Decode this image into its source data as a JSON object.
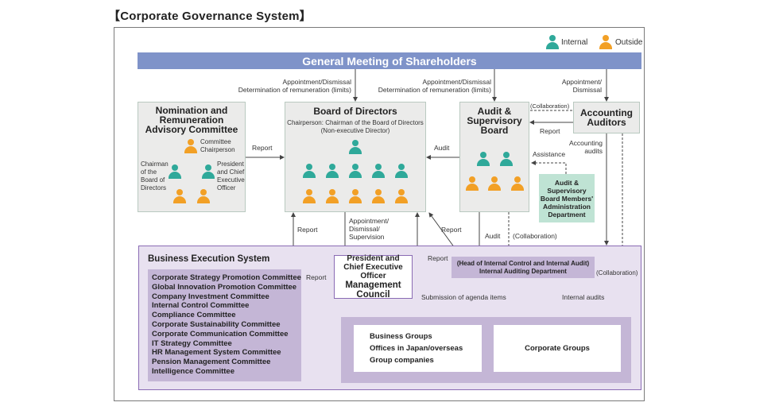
{
  "heading": "【Corporate Governance System】",
  "legend": {
    "internal": "Internal",
    "outside": "Outside",
    "internal_color": "#2fa99a",
    "outside_color": "#f2a026"
  },
  "gms": "General Meeting of Shareholders",
  "nomination": {
    "title_lines": [
      "Nomination and",
      "Remuneration",
      "Advisory Committee"
    ],
    "chairperson_lines": [
      "Committee",
      "Chairperson"
    ],
    "chairman_lines": [
      "Chairman",
      "of the",
      "Board of",
      "Directors"
    ],
    "president_lines": [
      "President",
      "and Chief",
      "Executive",
      "Officer"
    ]
  },
  "bod": {
    "title": "Board of Directors",
    "subtitle_lines": [
      "Chairperson: Chairman of the Board of Directors",
      "(Non-executive Director)"
    ]
  },
  "asb": {
    "title_lines": [
      "Audit &",
      "Supervisory",
      "Board"
    ]
  },
  "auditors": {
    "title_lines": [
      "Accounting",
      "Auditors"
    ]
  },
  "asbmad": {
    "lines": [
      "Audit &",
      "Supervisory",
      "Board Members'",
      "Administration",
      "Department"
    ]
  },
  "labels": {
    "appt_dismissal": "Appointment/Dismissal",
    "det_remuneration": "Determination of remuneration (limits)",
    "appt_dismissal_2": "Appointment/Dismissal",
    "det_remuneration_2": "Determination of remuneration (limits)",
    "appt_lines": [
      "Appointment/",
      "Dismissal"
    ],
    "collab_top": "(Collaboration)",
    "report_auditors": "Report",
    "accounting_audits_lines": [
      "Accounting",
      "audits"
    ],
    "assistance": "Assistance",
    "report_nom": "Report",
    "audit_bod": "Audit",
    "report_up_left": "Report",
    "appt_sup_lines": [
      "Appointment/",
      "Dismissal/",
      "Supervision"
    ],
    "report_diag": "Report",
    "audit_down": "Audit",
    "collab_mid": "(Collaboration)",
    "report_iad": "Report",
    "report_committees": "Report",
    "collab_right": "(Collaboration)",
    "submission": "Submission of agenda items",
    "internal_audits": "Internal audits"
  },
  "bes": {
    "title": "Business Execution System",
    "committees": [
      "Corporate Strategy Promotion Committee",
      "Global Innovation Promotion Committee",
      "Company Investment Committee",
      "Internal Control Committee",
      "Compliance Committee",
      "Corporate Sustainability Committee",
      "Corporate Communication Committee",
      "IT Strategy Committee",
      "HR Management System Committee",
      "Pension Management Committee",
      "Intelligence Committee"
    ],
    "mgmt_lines_1": [
      "President and",
      "Chief Executive Officer"
    ],
    "mgmt_lines_2": [
      "Management",
      "Council"
    ],
    "iad_lines": [
      "(Head of Internal Control and Internal Audit)",
      "Internal Auditing Department"
    ],
    "business_groups": [
      "Business Groups",
      "Offices in Japan/overseas",
      "Group companies"
    ],
    "corporate_groups": "Corporate Groups"
  }
}
